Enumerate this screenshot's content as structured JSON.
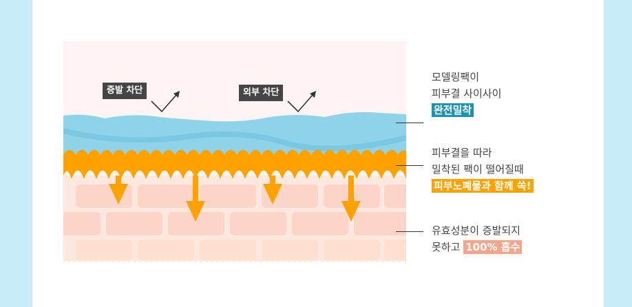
{
  "labels": {
    "evaporation_block": "증발 차단",
    "external_block": "외부 차단"
  },
  "captions": [
    {
      "lines": [
        "모델링팩이",
        "피부결 사이사이"
      ],
      "highlight": "완전밀착",
      "highlight_color": "#1a93b5"
    },
    {
      "lines": [
        "피부결을 따라",
        "밀착된 팩이 떨어질때"
      ],
      "highlight": "피부노폐물과 함께 쏙!",
      "highlight_color": "#ffa200"
    },
    {
      "lines": [
        "유효성분이 증발되지"
      ],
      "line_prefix": "못하고",
      "highlight": "100% 흡수",
      "highlight_color": "#f8a48a"
    }
  ],
  "colors": {
    "background": "#c9ecfb",
    "pack": "#8fd3ea",
    "orange": "#ffa200"
  }
}
